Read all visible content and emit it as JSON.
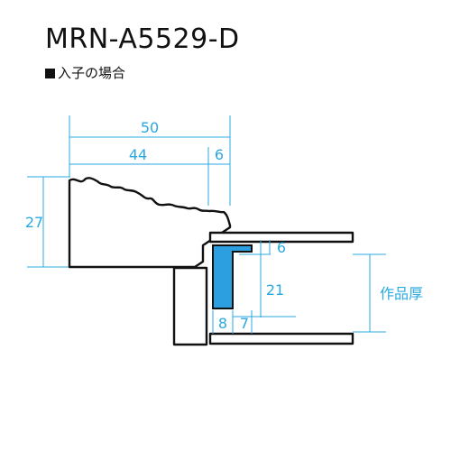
{
  "header": {
    "model": "MRN-A5529-D",
    "subtitle": "入子の場合"
  },
  "dimensions": {
    "total_width": "50",
    "main_width": "44",
    "lip_width": "6",
    "height": "27",
    "inner_lip": "6",
    "inner_depth": "21",
    "bottom_left": "8",
    "bottom_right": "7",
    "artwork_thickness": "作品厚"
  },
  "colors": {
    "dimension": "#29a9e0",
    "insert": "#2b9fdf",
    "outline": "#111111"
  }
}
